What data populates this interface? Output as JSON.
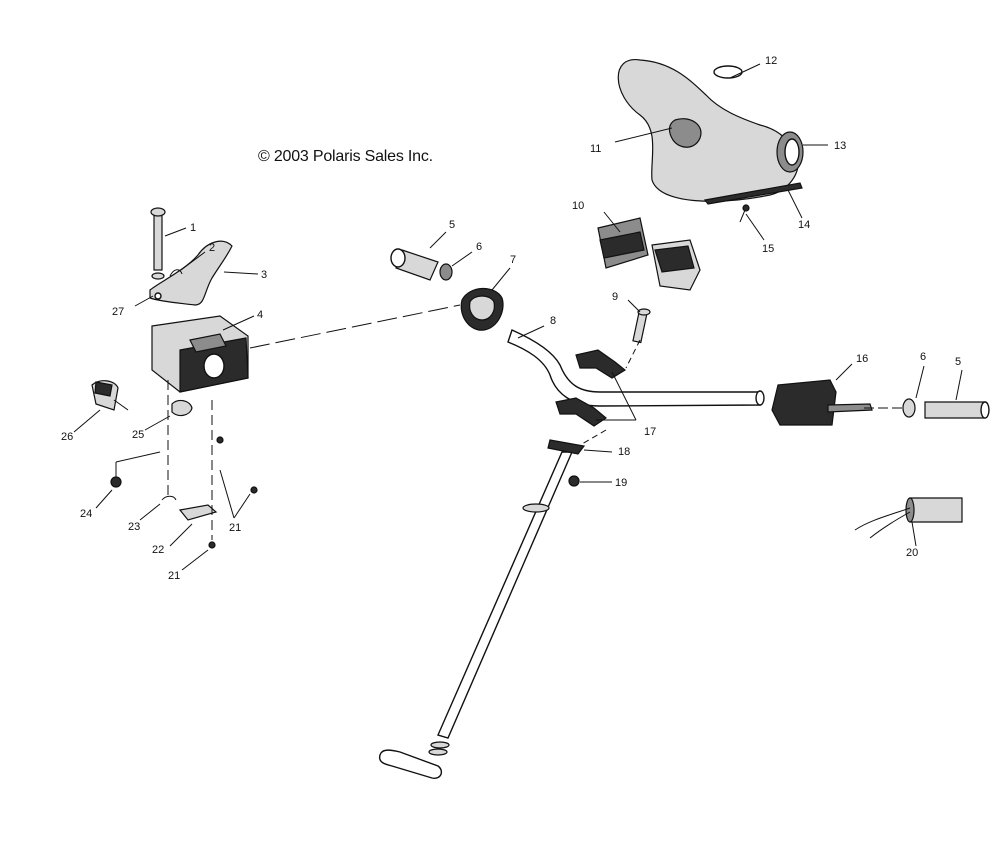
{
  "copyright": "© 2003 Polaris Sales Inc.",
  "callouts": [
    "1",
    "2",
    "3",
    "4",
    "5",
    "6",
    "7",
    "8",
    "9",
    "10",
    "11",
    "12",
    "13",
    "14",
    "15",
    "16",
    "17",
    "18",
    "19",
    "20",
    "21",
    "22",
    "23",
    "24",
    "25",
    "26",
    "27"
  ]
}
